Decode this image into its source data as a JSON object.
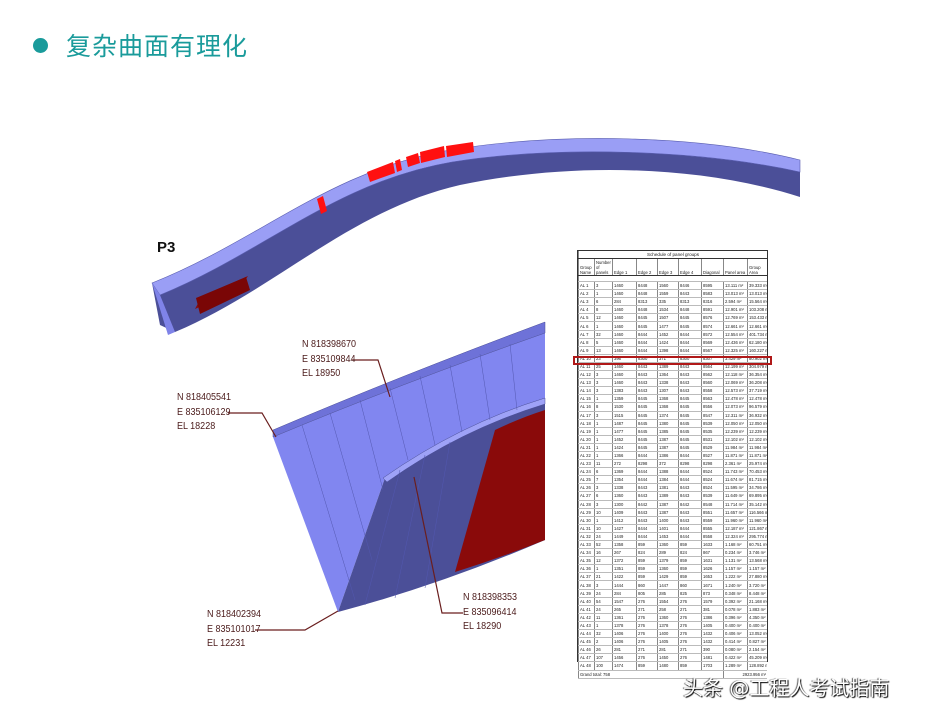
{
  "slide": {
    "title": "复杂曲面有理化",
    "accent_color": "#1a9b9b",
    "bullet_icon": "filled-circle"
  },
  "figure": {
    "view_label": "P3",
    "panel_colors": {
      "surface": "#8a8ef0",
      "shadow_face": "#4b4f98",
      "highlight_red": "#ff1010",
      "dark_red": "#8a0a0a"
    },
    "callouts": [
      {
        "n": "N 818398670",
        "e": "E 835109844",
        "el": "EL 18950"
      },
      {
        "n": "N 818405541",
        "e": "E 835106129",
        "el": "EL 18228"
      },
      {
        "n": "N 818398353",
        "e": "E 835096414",
        "el": "EL 18290"
      },
      {
        "n": "N 818402394",
        "e": "E 835101017",
        "el": "EL 12231"
      }
    ]
  },
  "schedule": {
    "caption": "Schedule of panel groups",
    "headers": [
      "Group Name",
      "Number of panels",
      "Edge 1",
      "Edge 2",
      "Edge 3",
      "Edge 4",
      "Diagonal",
      "Panel area",
      "Group Area"
    ],
    "highlighted_row": "AL 11",
    "rows": [
      [
        "AL 1",
        "3",
        "1460",
        "8448",
        "1560",
        "8446",
        "8595",
        "13.111 m²",
        "39.333 m²"
      ],
      [
        "AL 2",
        "1",
        "1460",
        "8448",
        "1559",
        "8443",
        "8583",
        "13.013 m²",
        "13.013 m²"
      ],
      [
        "AL 3",
        "6",
        "284",
        "8313",
        "335",
        "8313",
        "8316",
        "2.594 m²",
        "15.564 m²"
      ],
      [
        "AL 4",
        "8",
        "1460",
        "8448",
        "1534",
        "8448",
        "8591",
        "12.901 m²",
        "103.208 m²"
      ],
      [
        "AL 5",
        "12",
        "1460",
        "8445",
        "1507",
        "8445",
        "8576",
        "12.769 m²",
        "153.433 m²"
      ],
      [
        "AL 6",
        "1",
        "1460",
        "8445",
        "1477",
        "8445",
        "8574",
        "12.661 m²",
        "12.661 m²"
      ],
      [
        "AL 7",
        "32",
        "1460",
        "8444",
        "1452",
        "8444",
        "8572",
        "12.554 m²",
        "401.734 m²"
      ],
      [
        "AL 8",
        "5",
        "1460",
        "8444",
        "1424",
        "8444",
        "8569",
        "12.436 m²",
        "62.180 m²"
      ],
      [
        "AL 9",
        "13",
        "1460",
        "8444",
        "1398",
        "8444",
        "8567",
        "12.325 m²",
        "160.227 m²"
      ],
      [
        "AL 10",
        "23",
        "396",
        "8300",
        "371",
        "8300",
        "8307",
        "3.429 m²",
        "80.902 m²"
      ],
      [
        "AL 11",
        "25",
        "1460",
        "8443",
        "1389",
        "8443",
        "8564",
        "12.199 m²",
        "304.979 m²"
      ],
      [
        "AL 12",
        "3",
        "1460",
        "8443",
        "1364",
        "8443",
        "8562",
        "12.118 m²",
        "36.354 m²"
      ],
      [
        "AL 13",
        "3",
        "1460",
        "8443",
        "1338",
        "8443",
        "8560",
        "12.069 m²",
        "36.208 m²"
      ],
      [
        "AL 14",
        "3",
        "1383",
        "8443",
        "1307",
        "8443",
        "8558",
        "12.573 m²",
        "37.719 m²"
      ],
      [
        "AL 15",
        "1",
        "1359",
        "8445",
        "1368",
        "8445",
        "8563",
        "12.478 m²",
        "12.478 m²"
      ],
      [
        "AL 16",
        "8",
        "1530",
        "8445",
        "1368",
        "8445",
        "8556",
        "12.073 m²",
        "96.579 m²"
      ],
      [
        "AL 17",
        "3",
        "1515",
        "8445",
        "1374",
        "8445",
        "8547",
        "12.311 m²",
        "36.932 m²"
      ],
      [
        "AL 18",
        "1",
        "1487",
        "8445",
        "1380",
        "8445",
        "8539",
        "12.050 m²",
        "12.050 m²"
      ],
      [
        "AL 19",
        "1",
        "1477",
        "8445",
        "1385",
        "8445",
        "8535",
        "12.239 m²",
        "12.239 m²"
      ],
      [
        "AL 20",
        "1",
        "1452",
        "8445",
        "1387",
        "8445",
        "8531",
        "12.102 m²",
        "12.102 m²"
      ],
      [
        "AL 21",
        "1",
        "1424",
        "8445",
        "1387",
        "8445",
        "8529",
        "11.984 m²",
        "11.984 m²"
      ],
      [
        "AL 22",
        "1",
        "1366",
        "8444",
        "1386",
        "8444",
        "8527",
        "11.871 m²",
        "11.871 m²"
      ],
      [
        "AL 23",
        "11",
        "272",
        "8298",
        "372",
        "8298",
        "8298",
        "2.361 m²",
        "25.974 m²"
      ],
      [
        "AL 24",
        "6",
        "1369",
        "8444",
        "1388",
        "8444",
        "8524",
        "11.743 m²",
        "70.453 m²"
      ],
      [
        "AL 25",
        "7",
        "1354",
        "8444",
        "1384",
        "8444",
        "8524",
        "11.674 m²",
        "81.715 m²"
      ],
      [
        "AL 26",
        "3",
        "1338",
        "8443",
        "1381",
        "8443",
        "8524",
        "11.595 m²",
        "34.786 m²"
      ],
      [
        "AL 27",
        "6",
        "1360",
        "8443",
        "1389",
        "8443",
        "8539",
        "11.649 m²",
        "69.895 m²"
      ],
      [
        "AL 28",
        "3",
        "1300",
        "8442",
        "1387",
        "8442",
        "8548",
        "11.714 m²",
        "35.142 m²"
      ],
      [
        "AL 29",
        "10",
        "1409",
        "8443",
        "1387",
        "8443",
        "8551",
        "11.657 m²",
        "116.566 m²"
      ],
      [
        "AL 30",
        "1",
        "1412",
        "8443",
        "1400",
        "8443",
        "8559",
        "11.960 m²",
        "11.960 m²"
      ],
      [
        "AL 31",
        "10",
        "1427",
        "8444",
        "1401",
        "8444",
        "8555",
        "12.187 m²",
        "121.867 m²"
      ],
      [
        "AL 32",
        "24",
        "1449",
        "8444",
        "1453",
        "8444",
        "8558",
        "12.324 m²",
        "295.774 m²"
      ],
      [
        "AL 33",
        "52",
        "1358",
        "859",
        "1360",
        "859",
        "1633",
        "1.168 m²",
        "60.751 m²"
      ],
      [
        "AL 34",
        "16",
        "267",
        "824",
        "289",
        "824",
        "867",
        "0.234 m²",
        "3.746 m²"
      ],
      [
        "AL 35",
        "12",
        "1372",
        "859",
        "1379",
        "859",
        "1631",
        "1.131 m²",
        "13.568 m²"
      ],
      [
        "AL 36",
        "1",
        "1351",
        "859",
        "1360",
        "859",
        "1626",
        "1.157 m²",
        "1.157 m²"
      ],
      [
        "AL 37",
        "21",
        "1422",
        "859",
        "1429",
        "859",
        "1653",
        "1.222 m²",
        "27.880 m²"
      ],
      [
        "AL 38",
        "3",
        "1444",
        "860",
        "1447",
        "860",
        "1671",
        "1.240 m²",
        "3.720 m²"
      ],
      [
        "AL 39",
        "24",
        "284",
        "805",
        "285",
        "825",
        "873",
        "0.348 m²",
        "8.448 m²"
      ],
      [
        "AL 40",
        "54",
        "1547",
        "276",
        "1554",
        "276",
        "1579",
        "0.392 m²",
        "21.168 m²"
      ],
      [
        "AL 41",
        "24",
        "265",
        "271",
        "258",
        "271",
        "381",
        "0.078 m²",
        "1.883 m²"
      ],
      [
        "AL 42",
        "11",
        "1361",
        "276",
        "1360",
        "276",
        "1386",
        "0.396 m²",
        "4.350 m²"
      ],
      [
        "AL 43",
        "1",
        "1378",
        "276",
        "1378",
        "276",
        "1405",
        "0.400 m²",
        "0.400 m²"
      ],
      [
        "AL 44",
        "32",
        "1406",
        "276",
        "1400",
        "276",
        "1432",
        "0.406 m²",
        "13.052 m²"
      ],
      [
        "AL 45",
        "2",
        "1406",
        "276",
        "1405",
        "276",
        "1432",
        "0.414 m²",
        "0.827 m²"
      ],
      [
        "AL 46",
        "26",
        "281",
        "271",
        "281",
        "271",
        "390",
        "0.080 m²",
        "2.154 m²"
      ],
      [
        "AL 47",
        "107",
        "1456",
        "276",
        "1450",
        "276",
        "1481",
        "0.422 m²",
        "45.209 m²"
      ],
      [
        "AL 48",
        "100",
        "1474",
        "859",
        "1480",
        "859",
        "1703",
        "1.289 m²",
        "128.892 m²"
      ]
    ],
    "grand_total_label": "Grand total: 758",
    "grand_total_area": "2923.956 m²"
  },
  "watermark": "头条 @工程人考试指南"
}
